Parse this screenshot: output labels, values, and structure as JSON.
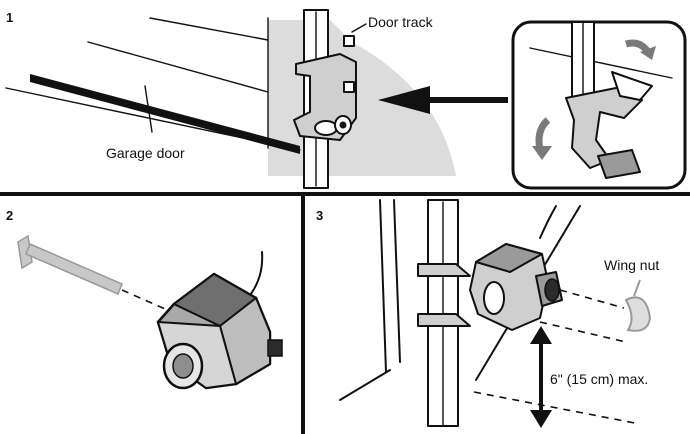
{
  "steps": [
    {
      "number": "1",
      "labels": {
        "track": "Door track",
        "door": "Garage door"
      }
    },
    {
      "number": "2"
    },
    {
      "number": "3",
      "labels": {
        "nut": "Wing nut",
        "height": "6\" (15 cm) max."
      }
    }
  ],
  "colors": {
    "ink": "#111111",
    "shade": "#dcdcdc",
    "metal": "#cfcfcf",
    "metal_dark": "#9a9a9a",
    "background": "#ffffff"
  }
}
